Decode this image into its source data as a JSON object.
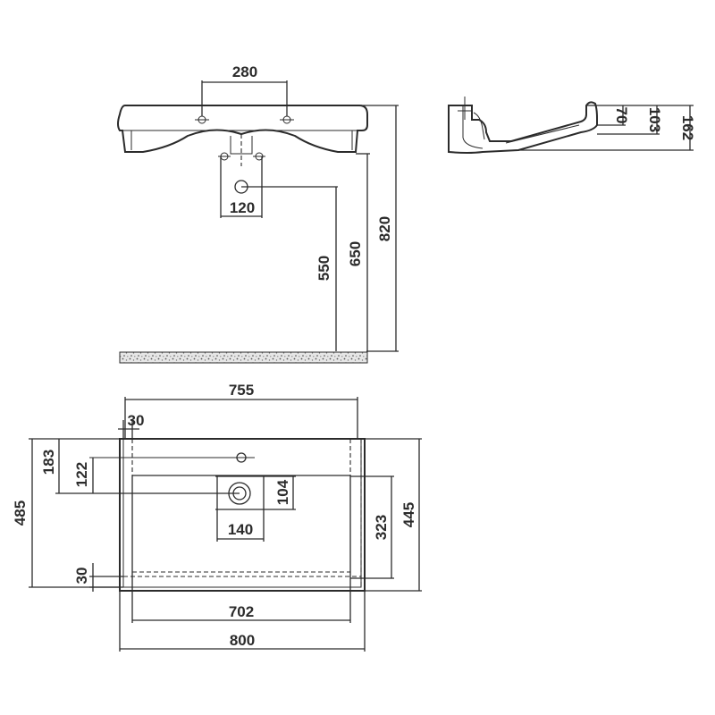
{
  "front_view": {
    "width_tap_holes": "280",
    "width_waste": "120",
    "height_bottom": "550",
    "height_mid": "650",
    "height_top": "820"
  },
  "side_view": {
    "height_70": "70",
    "height_103": "103",
    "height_162": "162"
  },
  "top_view": {
    "width_755": "755",
    "offset_30_top": "30",
    "depth_183": "183",
    "depth_122": "122",
    "depth_485": "485",
    "waste_104": "104",
    "waste_140": "140",
    "bowl_323": "323",
    "depth_445": "445",
    "offset_30_bottom": "30",
    "bowl_702": "702",
    "width_800": "800"
  },
  "colors": {
    "line": "#2b2b2b",
    "floor_fill": "#d9d9d9"
  }
}
